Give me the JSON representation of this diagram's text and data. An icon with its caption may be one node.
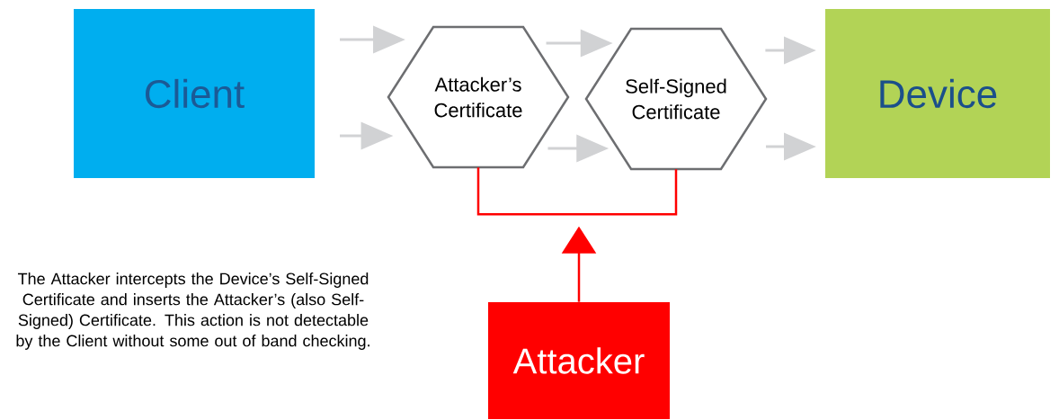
{
  "diagram": {
    "nodes": [
      {
        "text": [
          "Client"
        ]
      },
      {
        "text": [
          "Attacker’s Certificate"
        ]
      },
      {
        "text": [
          "Self-Signed Certificate"
        ]
      },
      {
        "text": [
          "Device"
        ]
      },
      {
        "text": [
          "Attacker"
        ]
      }
    ],
    "edges": [
      {
        "from": 0,
        "to": 1,
        "arrow": "to"
      },
      {
        "from": 0,
        "to": 1,
        "arrow": "to"
      },
      {
        "from": 1,
        "to": 2,
        "arrow": "to"
      },
      {
        "from": 1,
        "to": 2,
        "arrow": "to"
      },
      {
        "from": 2,
        "to": 3,
        "arrow": "to"
      },
      {
        "from": 2,
        "to": 3,
        "arrow": "to"
      },
      {
        "from": 1,
        "to": 2,
        "arrow": "none",
        "color": "#ff0000"
      },
      {
        "from": 4,
        "to": null,
        "arrow": "to",
        "color": "#ff0000"
      }
    ],
    "labels": [
      "The Attacker intercepts the Device’s Self-Signed Certificate and inserts the Attacker’s (also Self-Signed) Certificate. This action is not detectable by the Client without some out of band checking."
    ]
  }
}
